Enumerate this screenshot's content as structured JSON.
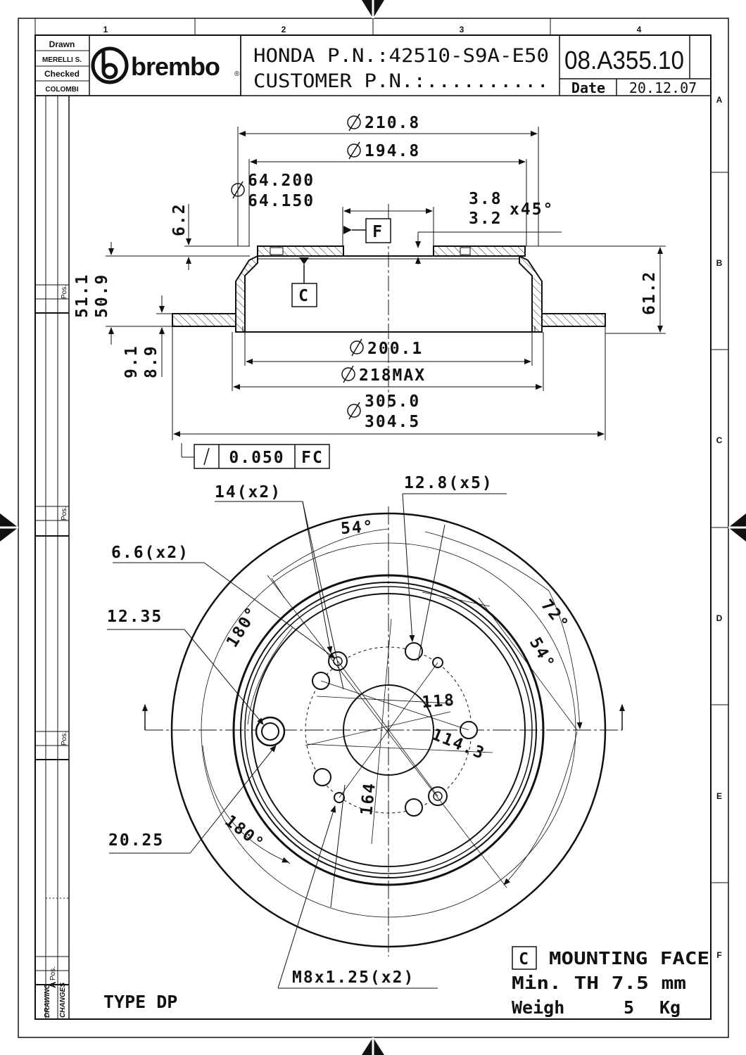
{
  "title_block": {
    "drawn_label": "Drawn",
    "drawn_by": "MERELLI S.",
    "checked_label": "Checked",
    "checked_by": "COLOMBI",
    "brand": "brembo",
    "brand_registered": "®",
    "oem_line": "HONDA P.N.:42510-S9A-E50",
    "customer_line": "CUSTOMER P.N.:..........",
    "drawing_number": "08.A355.10",
    "date_label": "Date",
    "date_value": "20.12.07"
  },
  "grid": {
    "columns": [
      "1",
      "2",
      "3",
      "4"
    ],
    "rows": [
      "A",
      "B",
      "C",
      "D",
      "E",
      "F"
    ]
  },
  "side_strip": {
    "pos_label": "Pos.",
    "drawing_label": "DRAWING",
    "changes_label": "CHANGES",
    "revision_letter": "A"
  },
  "section_view": {
    "dia_outer_hat": "210.8",
    "dia_inner_hat": "194.8",
    "dia_pilot_max": "64.200",
    "dia_pilot_min": "64.150",
    "chamfer_max": "3.8",
    "chamfer_min": "3.2",
    "chamfer_angle": "x45°",
    "hat_offset": "6.2",
    "datum_f": "F",
    "datum_c": "C",
    "height_max": "51.1",
    "height_min": "50.9",
    "total_height": "61.2",
    "thickness_max": "9.1",
    "thickness_min": "8.9",
    "dia_drum": "200.1",
    "dia_friction_max": "218MAX",
    "dia_outer_max": "305.0",
    "dia_outer_min": "304.5",
    "runout_value": "0.050",
    "runout_datums": "FC"
  },
  "face_view": {
    "hole_14": "14(x2)",
    "hole_12_8": "12.8(x5)",
    "hole_6_6": "6.6(x2)",
    "radius_12_35": "12.35",
    "radius_20_25": "20.25",
    "angle_54_top": "54°",
    "angle_72": "72°",
    "angle_54_right": "54°",
    "angle_180_upper": "180°",
    "angle_180_lower": "180°",
    "pcd_118": "118",
    "pcd_114_3": "114.3",
    "pcd_164": "164",
    "thread": "M8x1.25(x2)"
  },
  "notes": {
    "datum_box": "C",
    "mounting_face": "MOUNTING FACE",
    "min_th": "Min. TH 7.5 mm",
    "weight_label": "Weigh",
    "weight_value": "5",
    "weight_unit": "Kg",
    "type": "TYPE DP"
  }
}
